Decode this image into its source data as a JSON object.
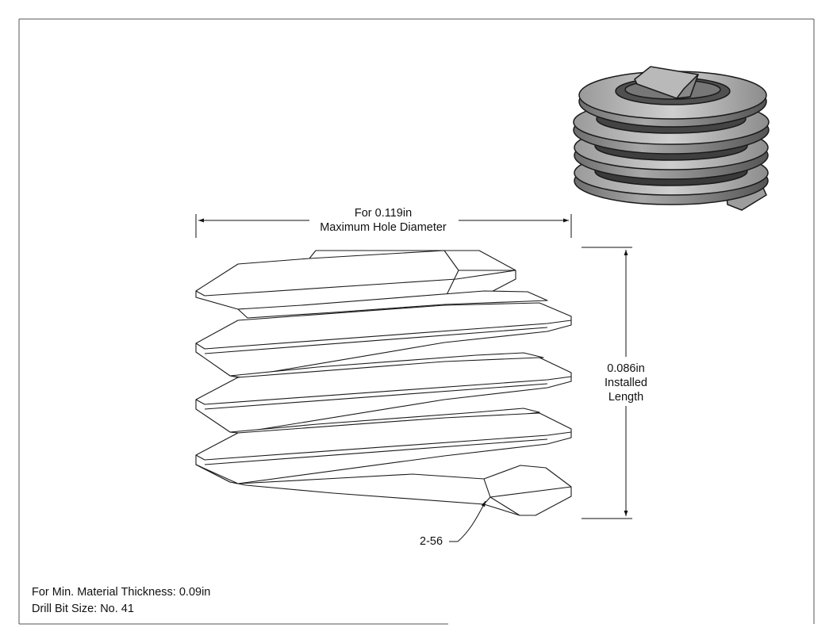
{
  "diameter_dimension": {
    "line1": "For 0.119in",
    "line2": "Maximum Hole Diameter"
  },
  "length_dimension": {
    "line1": "0.086in",
    "line2": "Installed",
    "line3": "Length"
  },
  "thread_callout": "2-56",
  "notes": {
    "material_thickness": "For Min. Material Thickness: 0.09in",
    "drill_bit": "Drill Bit Size: No. 41"
  }
}
